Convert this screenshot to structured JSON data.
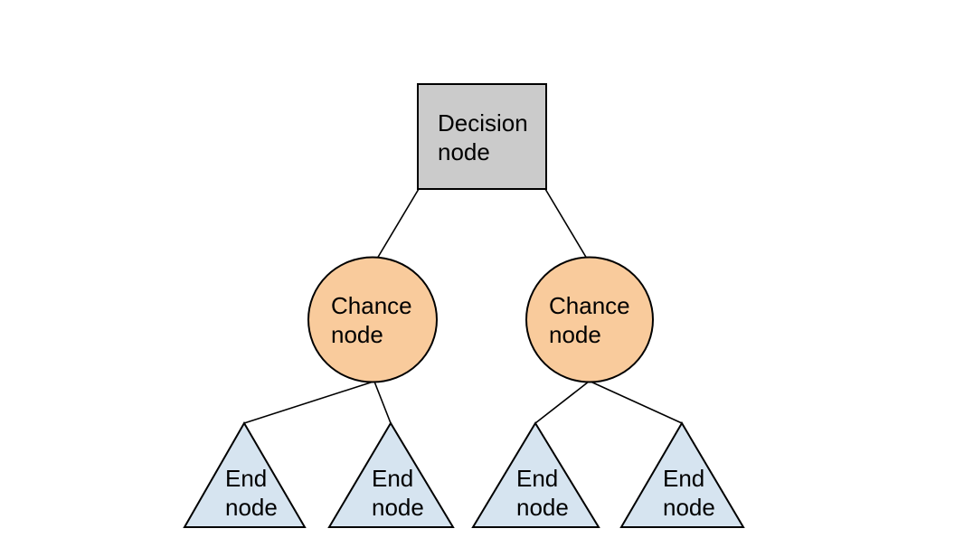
{
  "canvas": {
    "background": "#ffffff"
  },
  "styles": {
    "stroke_color": "#000000",
    "text_color": "#000000",
    "decision_fill": "#cbcbcb",
    "chance_fill": "#f9cb9c",
    "end_fill": "#d6e4f0"
  },
  "nodes": {
    "decision": {
      "type": "decision",
      "shape": "square",
      "label": "Decision\nnode"
    },
    "chance_left": {
      "type": "chance",
      "shape": "circle",
      "label": "Chance\nnode"
    },
    "chance_right": {
      "type": "chance",
      "shape": "circle",
      "label": "Chance\nnode"
    },
    "end_1": {
      "type": "end",
      "shape": "triangle",
      "label": "End\nnode"
    },
    "end_2": {
      "type": "end",
      "shape": "triangle",
      "label": "End\nnode"
    },
    "end_3": {
      "type": "end",
      "shape": "triangle",
      "label": "End\nnode"
    },
    "end_4": {
      "type": "end",
      "shape": "triangle",
      "label": "End\nnode"
    }
  },
  "edges": [
    {
      "from": "decision",
      "to": "chance_left"
    },
    {
      "from": "decision",
      "to": "chance_right"
    },
    {
      "from": "chance_left",
      "to": "end_1"
    },
    {
      "from": "chance_left",
      "to": "end_2"
    },
    {
      "from": "chance_right",
      "to": "end_3"
    },
    {
      "from": "chance_right",
      "to": "end_4"
    }
  ]
}
